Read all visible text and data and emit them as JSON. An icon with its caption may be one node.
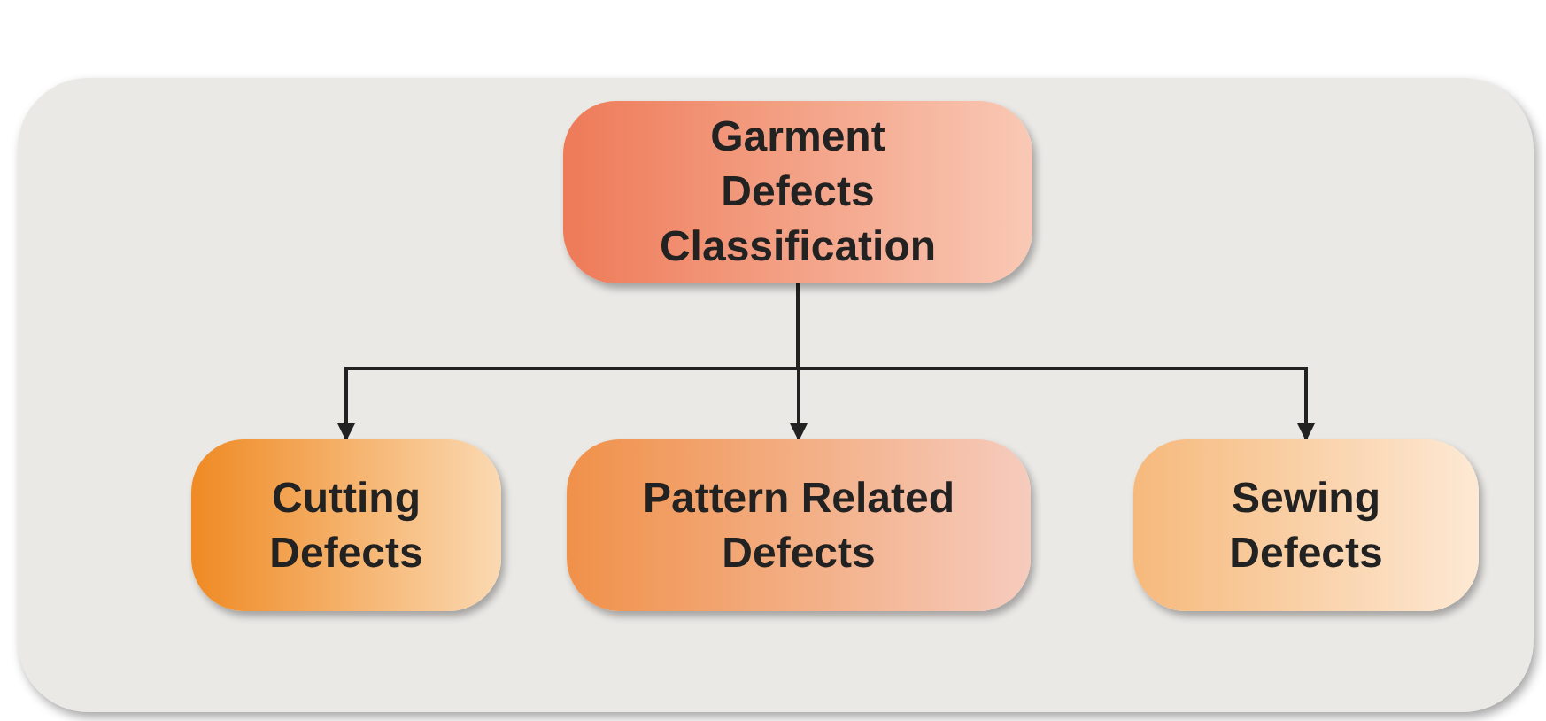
{
  "diagram": {
    "nodes": [
      {
        "text": [
          "Garment Defects Classification"
        ]
      },
      {
        "text": [
          "Cutting Defects"
        ]
      },
      {
        "text": [
          "Pattern Related Defects"
        ]
      },
      {
        "text": [
          "Sewing Defects"
        ]
      }
    ],
    "edges": [
      {
        "from": 0,
        "to": 1,
        "arrow": "to"
      },
      {
        "from": 0,
        "to": 2,
        "arrow": "to"
      },
      {
        "from": 0,
        "to": 3,
        "arrow": "to"
      }
    ]
  }
}
